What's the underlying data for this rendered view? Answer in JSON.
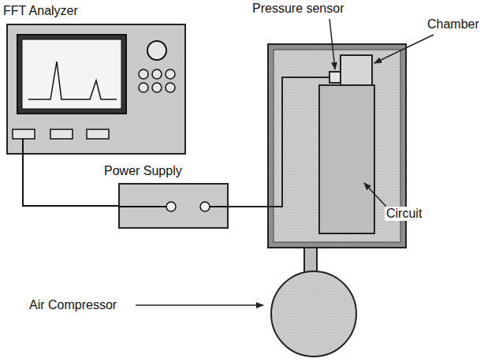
{
  "diagram": {
    "nodes": [
      {
        "text": [
          "FFT Analyzer"
        ]
      },
      {
        "text": [
          "Power Supply"
        ]
      }
    ],
    "edges": [
      {
        "from": 0,
        "to": 1,
        "arrow": "none"
      }
    ],
    "labels": [
      "Pressure sensor",
      "Chamber",
      "Circuit",
      "Air Compressor"
    ]
  }
}
